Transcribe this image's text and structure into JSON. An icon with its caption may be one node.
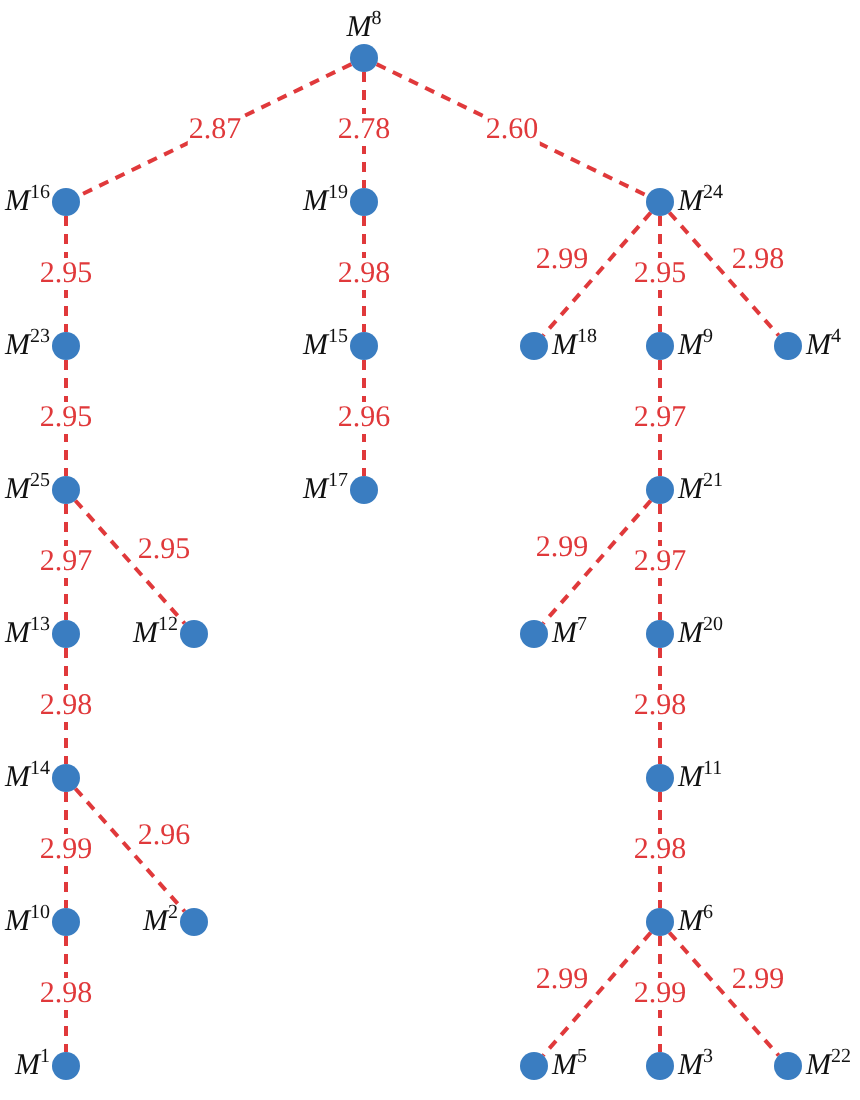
{
  "diagram": {
    "nodes": [
      {
        "text": [
          "*M*$^{8}$"
        ]
      },
      {
        "text": [
          "*M*$^{16}$"
        ]
      },
      {
        "text": [
          "*M*$^{19}$"
        ]
      },
      {
        "text": [
          "*M*$^{24}$"
        ]
      },
      {
        "text": [
          "*M*$^{23}$"
        ]
      },
      {
        "text": [
          "*M*$^{15}$"
        ]
      },
      {
        "text": [
          "*M*$^{18}$"
        ]
      },
      {
        "text": [
          "*M*$^{9}$"
        ]
      },
      {
        "text": [
          "*M*$^{4}$"
        ]
      },
      {
        "text": [
          "*M*$^{25}$"
        ]
      },
      {
        "text": [
          "*M*$^{17}$"
        ]
      },
      {
        "text": [
          "*M*$^{21}$"
        ]
      },
      {
        "text": [
          "*M*$^{13}$"
        ]
      },
      {
        "text": [
          "*M*$^{12}$"
        ]
      },
      {
        "text": [
          "*M*$^{7}$"
        ]
      },
      {
        "text": [
          "*M*$^{20}$"
        ]
      },
      {
        "text": [
          "*M*$^{14}$"
        ]
      },
      {
        "text": [
          "*M*$^{11}$"
        ]
      },
      {
        "text": [
          "*M*$^{10}$"
        ]
      },
      {
        "text": [
          "*M*$^{2}$"
        ]
      },
      {
        "text": [
          "*M*$^{6}$"
        ]
      },
      {
        "text": [
          "*M*$^{1}$"
        ]
      },
      {
        "text": [
          "*M*$^{5}$"
        ]
      },
      {
        "text": [
          "*M*$^{3}$"
        ]
      },
      {
        "text": [
          "*M*$^{22}$"
        ]
      }
    ],
    "edges": [
      {
        "from": 0,
        "to": 1,
        "arrow": "none",
        "style": "dashed",
        "label": "2.87"
      },
      {
        "from": 0,
        "to": 2,
        "arrow": "none",
        "style": "dashed",
        "label": "2.78"
      },
      {
        "from": 0,
        "to": 3,
        "arrow": "none",
        "style": "dashed",
        "label": "2.60"
      },
      {
        "from": 1,
        "to": 4,
        "arrow": "none",
        "style": "dashed",
        "label": "2.95"
      },
      {
        "from": 2,
        "to": 5,
        "arrow": "none",
        "style": "dashed",
        "label": "2.98"
      },
      {
        "from": 3,
        "to": 6,
        "arrow": "none",
        "style": "dashed",
        "label": "2.99"
      },
      {
        "from": 3,
        "to": 7,
        "arrow": "none",
        "style": "dashed",
        "label": "2.95"
      },
      {
        "from": 3,
        "to": 8,
        "arrow": "none",
        "style": "dashed",
        "label": "2.98"
      },
      {
        "from": 4,
        "to": 9,
        "arrow": "none",
        "style": "dashed",
        "label": "2.95"
      },
      {
        "from": 5,
        "to": 10,
        "arrow": "none",
        "style": "dashed",
        "label": "2.96"
      },
      {
        "from": 7,
        "to": 11,
        "arrow": "none",
        "style": "dashed",
        "label": "2.97"
      },
      {
        "from": 9,
        "to": 12,
        "arrow": "none",
        "style": "dashed",
        "label": "2.97"
      },
      {
        "from": 9,
        "to": 13,
        "arrow": "none",
        "style": "dashed",
        "label": "2.95"
      },
      {
        "from": 11,
        "to": 14,
        "arrow": "none",
        "style": "dashed",
        "label": "2.99"
      },
      {
        "from": 11,
        "to": 15,
        "arrow": "none",
        "style": "dashed",
        "label": "2.97"
      },
      {
        "from": 12,
        "to": 16,
        "arrow": "none",
        "style": "dashed",
        "label": "2.98"
      },
      {
        "from": 15,
        "to": 17,
        "arrow": "none",
        "style": "dashed",
        "label": "2.98"
      },
      {
        "from": 16,
        "to": 18,
        "arrow": "none",
        "style": "dashed",
        "label": "2.99"
      },
      {
        "from": 16,
        "to": 19,
        "arrow": "none",
        "style": "dashed",
        "label": "2.96"
      },
      {
        "from": 17,
        "to": 20,
        "arrow": "none",
        "style": "dashed",
        "label": "2.98"
      },
      {
        "from": 18,
        "to": 21,
        "arrow": "none",
        "style": "dashed",
        "label": "2.98"
      },
      {
        "from": 20,
        "to": 22,
        "arrow": "none",
        "style": "dashed",
        "label": "2.99"
      },
      {
        "from": 20,
        "to": 23,
        "arrow": "none",
        "style": "dashed",
        "label": "2.99"
      },
      {
        "from": 20,
        "to": 24,
        "arrow": "none",
        "style": "dashed",
        "label": "2.99"
      }
    ]
  }
}
